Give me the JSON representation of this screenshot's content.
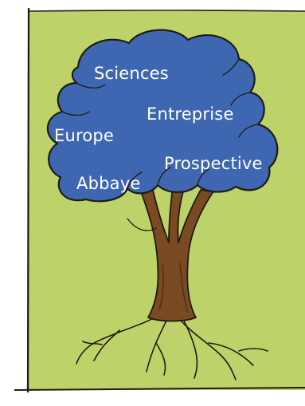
{
  "colors": {
    "background_panel": "#bdd36a",
    "canopy": "#3f67b1",
    "trunk": "#7a4a22",
    "outline": "#1f1a14",
    "label_text": "#ffffff"
  },
  "illustration": {
    "icons": [
      "tree-icon",
      "roots-icon",
      "canopy-icon"
    ]
  },
  "labels": {
    "sciences": "Sciences",
    "entreprise": "Entreprise",
    "europe": "Europe",
    "prospective": "Prospective",
    "abbaye": "Abbaye"
  }
}
